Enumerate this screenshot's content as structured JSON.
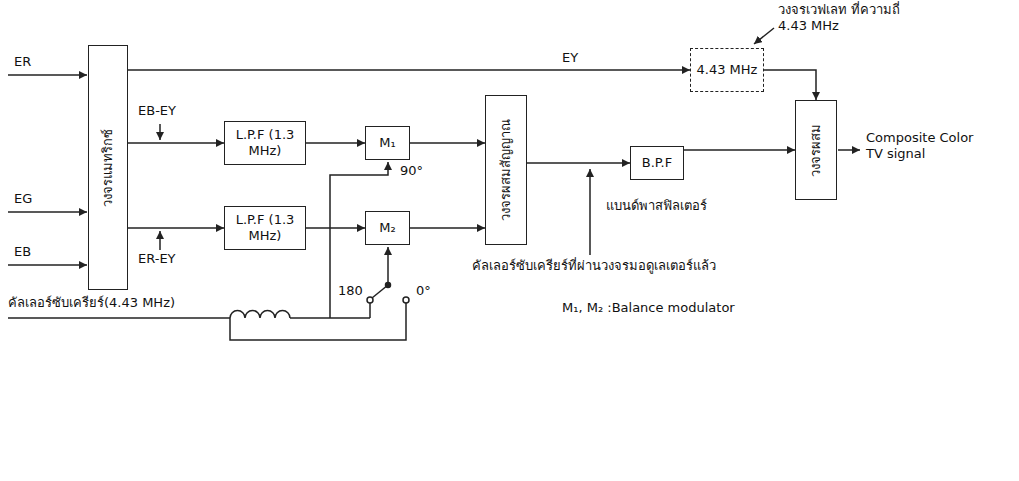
{
  "diagram": {
    "nodes": [
      {
        "text": [
          "วงจรแมทริกซ์"
        ]
      },
      {
        "text": [
          "L.P.F (1.3 MHz)"
        ]
      },
      {
        "text": [
          "L.P.F (1.3 MHz)"
        ]
      },
      {
        "text": [
          "M₁"
        ]
      },
      {
        "text": [
          "M₂"
        ]
      },
      {
        "text": [
          "วงจรผสมสัญญาณ"
        ]
      },
      {
        "text": [
          "B.P.F"
        ]
      },
      {
        "text": [
          "4.43 MHz"
        ]
      },
      {
        "text": [
          "วงจรผสม"
        ]
      }
    ],
    "edges": [
      {
        "from": 0,
        "to": 7,
        "label": "EY",
        "arrow": "to"
      },
      {
        "from": 0,
        "to": 1,
        "label": "EB-EY",
        "arrow": "to"
      },
      {
        "from": 0,
        "to": 2,
        "label": "ER-EY",
        "arrow": "to"
      },
      {
        "from": 1,
        "to": 3,
        "arrow": "to"
      },
      {
        "from": 2,
        "to": 4,
        "arrow": "to"
      },
      {
        "from": 3,
        "to": 5,
        "arrow": "to"
      },
      {
        "from": 4,
        "to": 5,
        "arrow": "to"
      },
      {
        "from": 5,
        "to": 6,
        "arrow": "to"
      },
      {
        "from": 6,
        "to": 8,
        "arrow": "to"
      },
      {
        "from": 7,
        "to": 8,
        "arrow": "to"
      }
    ],
    "labels": [
      "ER",
      "EG",
      "EB",
      "คัลเลอร์ซับเครียร์(4.43 MHz)",
      "90°",
      "180",
      "0°",
      "แบนด์พาสฟิลเตอร์",
      "คัลเลอร์ซับเครียร์ที่ผ่านวงจรมอดูเลเตอร์แล้ว",
      "M₁, M₂ :Balance modulator",
      "Composite Color TV signal",
      "วงจรเวฟเลท ที่ความถี่ 4.43 MHz"
    ]
  }
}
